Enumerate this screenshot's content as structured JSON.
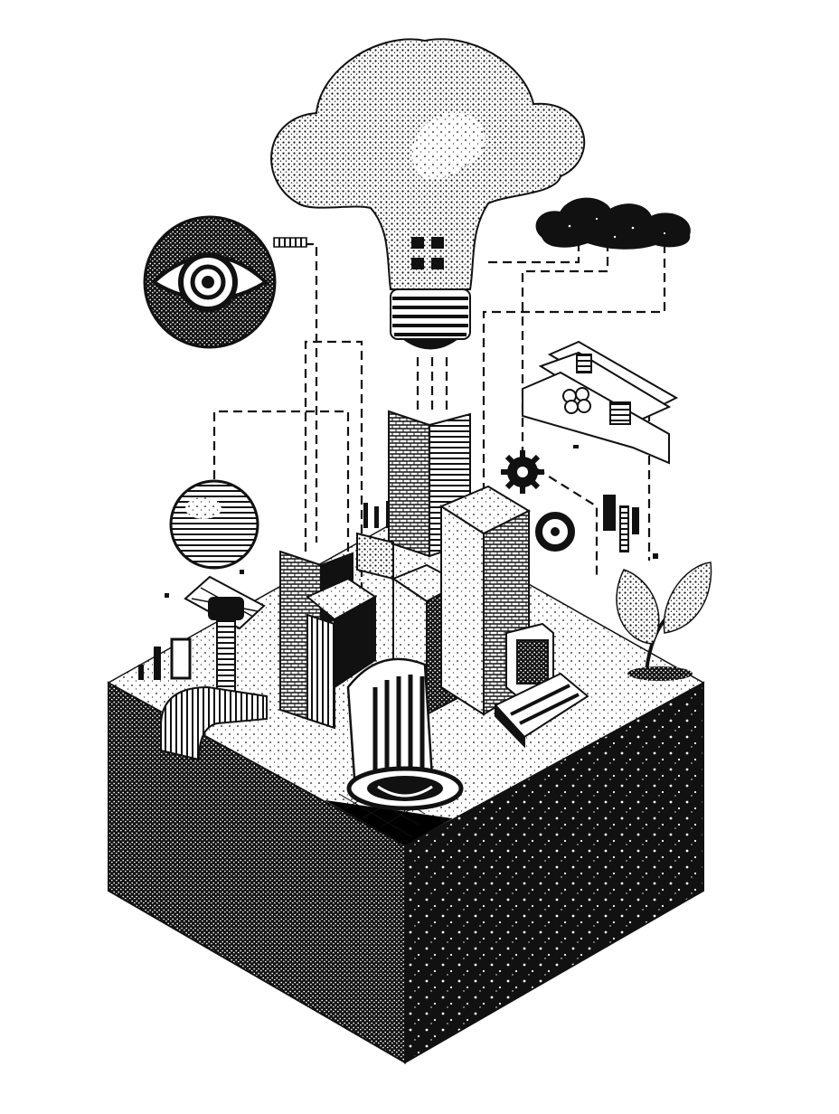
{
  "artwork": {
    "palette": {
      "ink": "#111111",
      "paper": "#ffffff"
    },
    "style": "stippled black and white isometric illustration",
    "elements": [
      "lightbulb-cloud-icon",
      "eye-icon",
      "storm-cloud-icon",
      "sphere-icon",
      "satellite-icon",
      "gear-icon",
      "leaf-plant-icon",
      "floating-panels",
      "city-blocks",
      "waterfall",
      "isometric-ground-block"
    ]
  }
}
